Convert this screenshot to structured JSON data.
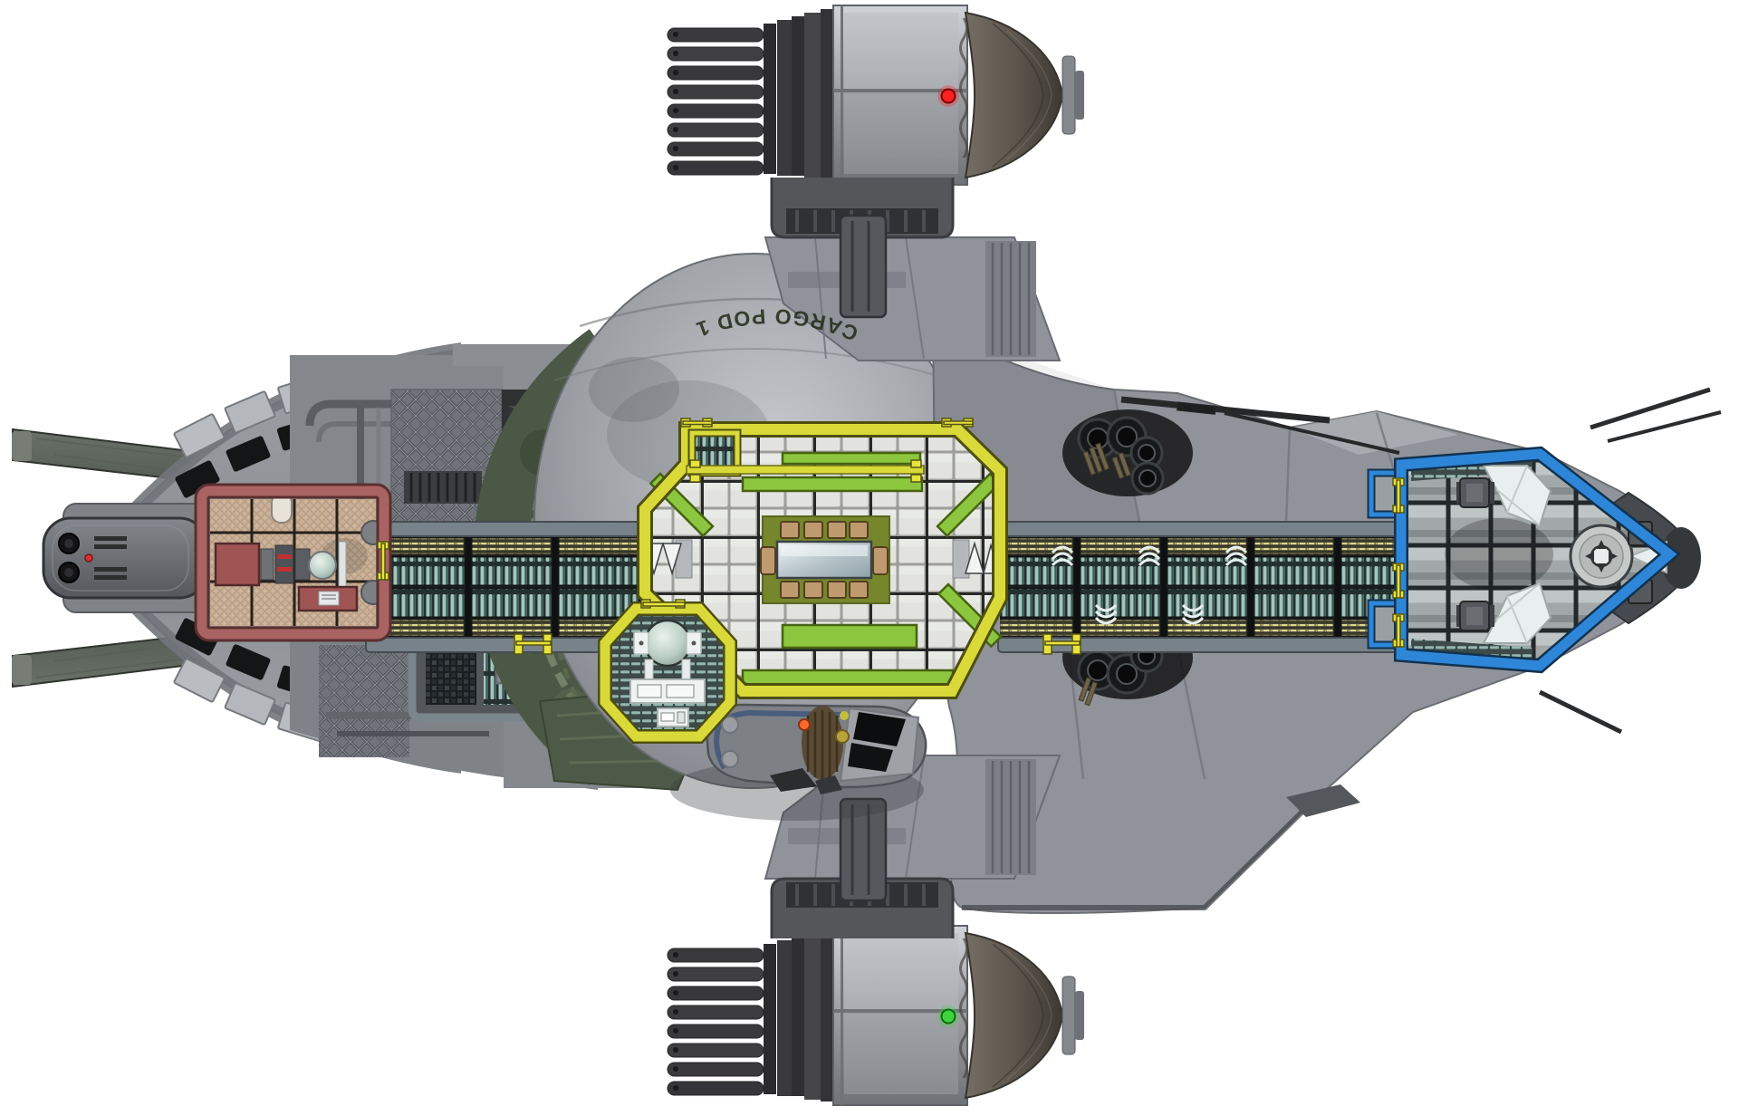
{
  "scene": {
    "type": "spaceship-deck-plan",
    "label": {
      "cargo_pod": "CARGO POD 1"
    }
  },
  "colors": {
    "background": "#ffffff",
    "infirmary_outline": "#a96363",
    "dining_outline": "#d9da39",
    "bridge_outline": "#2e86d8",
    "door_yellow": "#e8e23e",
    "bench_green": "#8cc63e",
    "rug_olive": "#76862c",
    "rack_teal": "#9fc6bf",
    "crate_yellow": "#dcd68e",
    "floor_tan": "#c9b096",
    "indicator_red": "#ff2020",
    "indicator_green": "#3fd43f",
    "indicator_orange": "#ff6a2a",
    "indicator_stern_red": "#e03030"
  },
  "rooms": [
    {
      "id": "port-cabin",
      "outline": "#a96363"
    },
    {
      "id": "mess-hall",
      "outline": "#d9da39"
    },
    {
      "id": "aft-galley",
      "outline": "#d9da39"
    },
    {
      "id": "bridge",
      "outline": "#2e86d8"
    }
  ]
}
